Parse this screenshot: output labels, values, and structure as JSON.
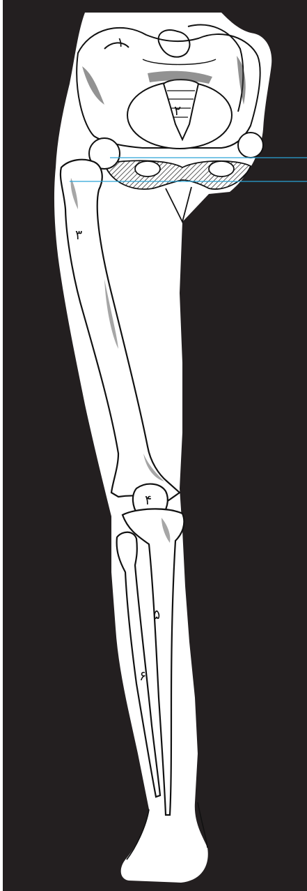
{
  "colors": {
    "background": "#231f20",
    "limb": "#ffffff",
    "outline": "#111111",
    "shading": "#3a3a3a",
    "pointer_line": "#2aa3d6"
  },
  "labels": {
    "ilium": "۱",
    "sacrum": "۲",
    "femur": "۳",
    "patella": "۴",
    "tibia": "۵",
    "fibula": "۶"
  }
}
